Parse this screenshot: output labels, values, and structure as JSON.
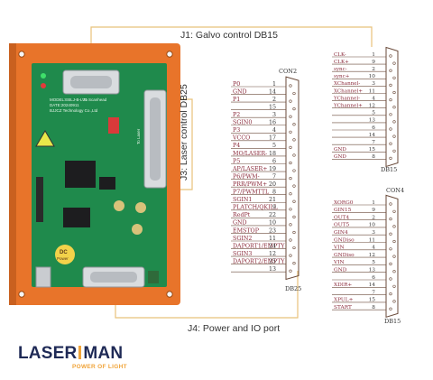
{
  "labels": {
    "j1": "J1: Galvo control DB15",
    "j3": "J3: Laser control DB25",
    "j4": "J4: Power and IO port"
  },
  "board": {
    "model_line1": "MODEL:EBLJ-B-LV1",
    "model_line2": "DATE:20240911",
    "model_line3": "BJJCZ Technology Co.,Ltd",
    "scanhead_label": "To Scanhead",
    "laser_label": "To Laser",
    "dc_label": "DC",
    "dc_value": "Power"
  },
  "con2": {
    "title": "CON2",
    "footer": "DB25",
    "rows": [
      {
        "label": "P0",
        "pin": "1"
      },
      {
        "label": "GND",
        "pin": "14"
      },
      {
        "label": "P1",
        "pin": "2"
      },
      {
        "label": "",
        "pin": "15"
      },
      {
        "label": "P2",
        "pin": "3"
      },
      {
        "label": "SGIN0",
        "pin": "16"
      },
      {
        "label": "P3",
        "pin": "4"
      },
      {
        "label": "VCCO",
        "pin": "17"
      },
      {
        "label": "P4",
        "pin": "5"
      },
      {
        "label": "MO/LASER-",
        "pin": "18"
      },
      {
        "label": "P5",
        "pin": "6"
      },
      {
        "label": "AP/LASER+",
        "pin": "19"
      },
      {
        "label": "P6/PWM-",
        "pin": "7"
      },
      {
        "label": "PRR/PWM+",
        "pin": "20"
      },
      {
        "label": "P7/PWMTTL",
        "pin": "8"
      },
      {
        "label": "SGIN1",
        "pin": "21"
      },
      {
        "label": "PLATCH/QKILL",
        "pin": "9"
      },
      {
        "label": "RedPt",
        "pin": "22"
      },
      {
        "label": "GND",
        "pin": "10"
      },
      {
        "label": "EMSTOP",
        "pin": "23"
      },
      {
        "label": "SGIN2",
        "pin": "11"
      },
      {
        "label": "DAPORT1/EMPTY",
        "pin": "24"
      },
      {
        "label": "SGIN3",
        "pin": "12"
      },
      {
        "label": "DAPORT2/EMPTY",
        "pin": "25"
      },
      {
        "label": "",
        "pin": "13"
      }
    ]
  },
  "db15_top": {
    "footer": "DB15",
    "rows": [
      {
        "label": "CLK-",
        "pin": "1"
      },
      {
        "label": "CLK+",
        "pin": "9"
      },
      {
        "label": "sync-",
        "pin": "2"
      },
      {
        "label": "sync+",
        "pin": "10"
      },
      {
        "label": "XChannel-",
        "pin": "3"
      },
      {
        "label": "XChannel+",
        "pin": "11"
      },
      {
        "label": "YChannel-",
        "pin": "4"
      },
      {
        "label": "YChannel+",
        "pin": "12"
      },
      {
        "label": "",
        "pin": "5"
      },
      {
        "label": "",
        "pin": "13"
      },
      {
        "label": "",
        "pin": "6"
      },
      {
        "label": "",
        "pin": "14"
      },
      {
        "label": "",
        "pin": "7"
      },
      {
        "label": "GND",
        "pin": "15"
      },
      {
        "label": "GND",
        "pin": "8"
      }
    ]
  },
  "con4": {
    "title": "CON4",
    "footer": "DB15",
    "rows": [
      {
        "label": "XORG0",
        "pin": "1"
      },
      {
        "label": "GIN15",
        "pin": "9"
      },
      {
        "label": "OUT4",
        "pin": "2"
      },
      {
        "label": "OUT5",
        "pin": "10"
      },
      {
        "label": "GIN4",
        "pin": "3"
      },
      {
        "label": "GNDiso",
        "pin": "11"
      },
      {
        "label": "VIN",
        "pin": "4"
      },
      {
        "label": "GNDiso",
        "pin": "12"
      },
      {
        "label": "VIN",
        "pin": "5"
      },
      {
        "label": "GND",
        "pin": "13"
      },
      {
        "label": "",
        "pin": "6"
      },
      {
        "label": "XDIR+",
        "pin": "14"
      },
      {
        "label": "",
        "pin": "7"
      },
      {
        "label": "XPUL+",
        "pin": "15"
      },
      {
        "label": "START",
        "pin": "8"
      }
    ]
  },
  "logo": {
    "word_left": "LASER",
    "word_right": "MAN",
    "tagline": "POWER OF LIGHT",
    "brand_color": "#1f2a56",
    "accent_color": "#f0a43a"
  },
  "colors": {
    "casing": "#e8742a",
    "pcb": "#1f8a4c",
    "leader_line": "#e8c27a",
    "schematic_line": "#6a4a3a",
    "schematic_text": "#8a2a3a"
  }
}
